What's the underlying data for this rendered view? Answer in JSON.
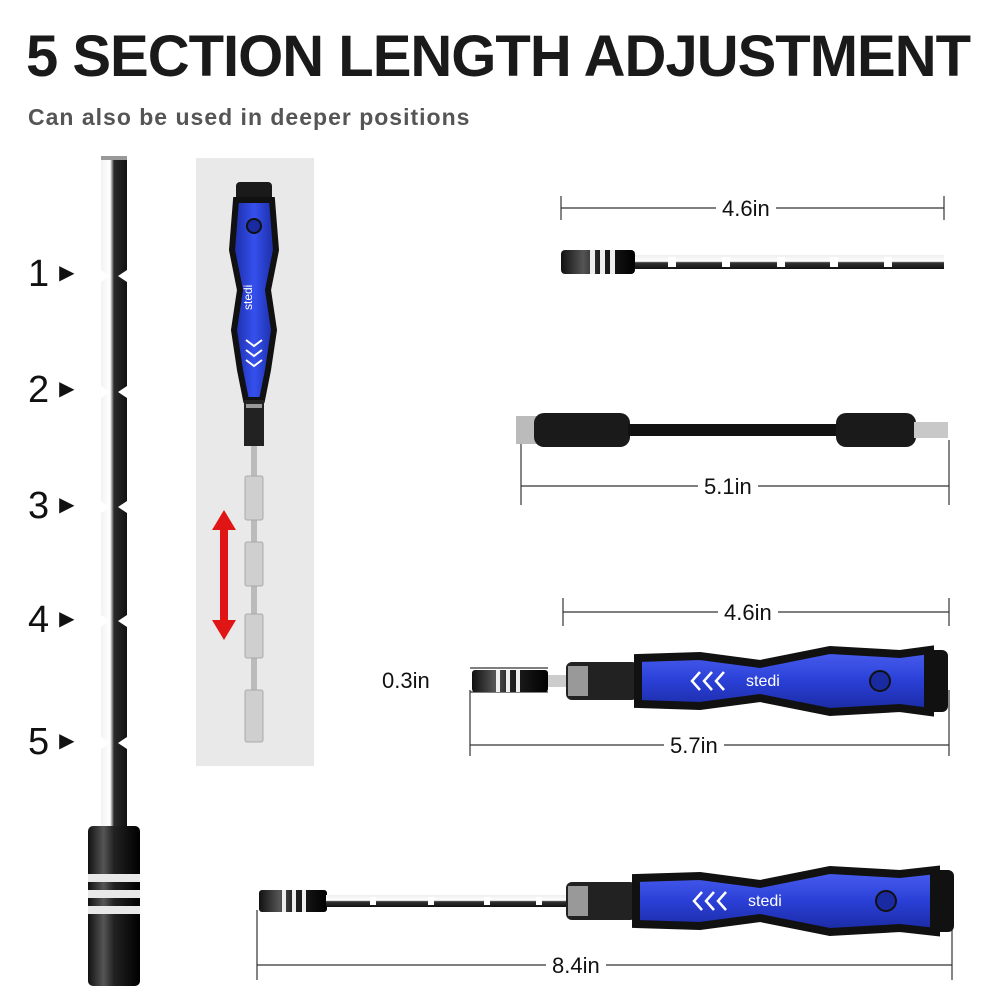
{
  "header": {
    "title": "5 SECTION LENGTH ADJUSTMENT",
    "subtitle": "Can also be used in deeper positions"
  },
  "sections": [
    "1",
    "2",
    "3",
    "4",
    "5"
  ],
  "brand": "stedi",
  "dimensions": {
    "extension_rod_length": "4.6in",
    "flexible_shaft_length": "5.1in",
    "handle_length": "4.6in",
    "bit_holder_length": "0.3in",
    "assembled_short_length": "5.7in",
    "assembled_long_length": "8.4in"
  },
  "colors": {
    "handle_blue": "#2a3fd6",
    "rubber_black": "#141414",
    "arrow_red": "#e01616",
    "steel": "#c8c8c8"
  }
}
